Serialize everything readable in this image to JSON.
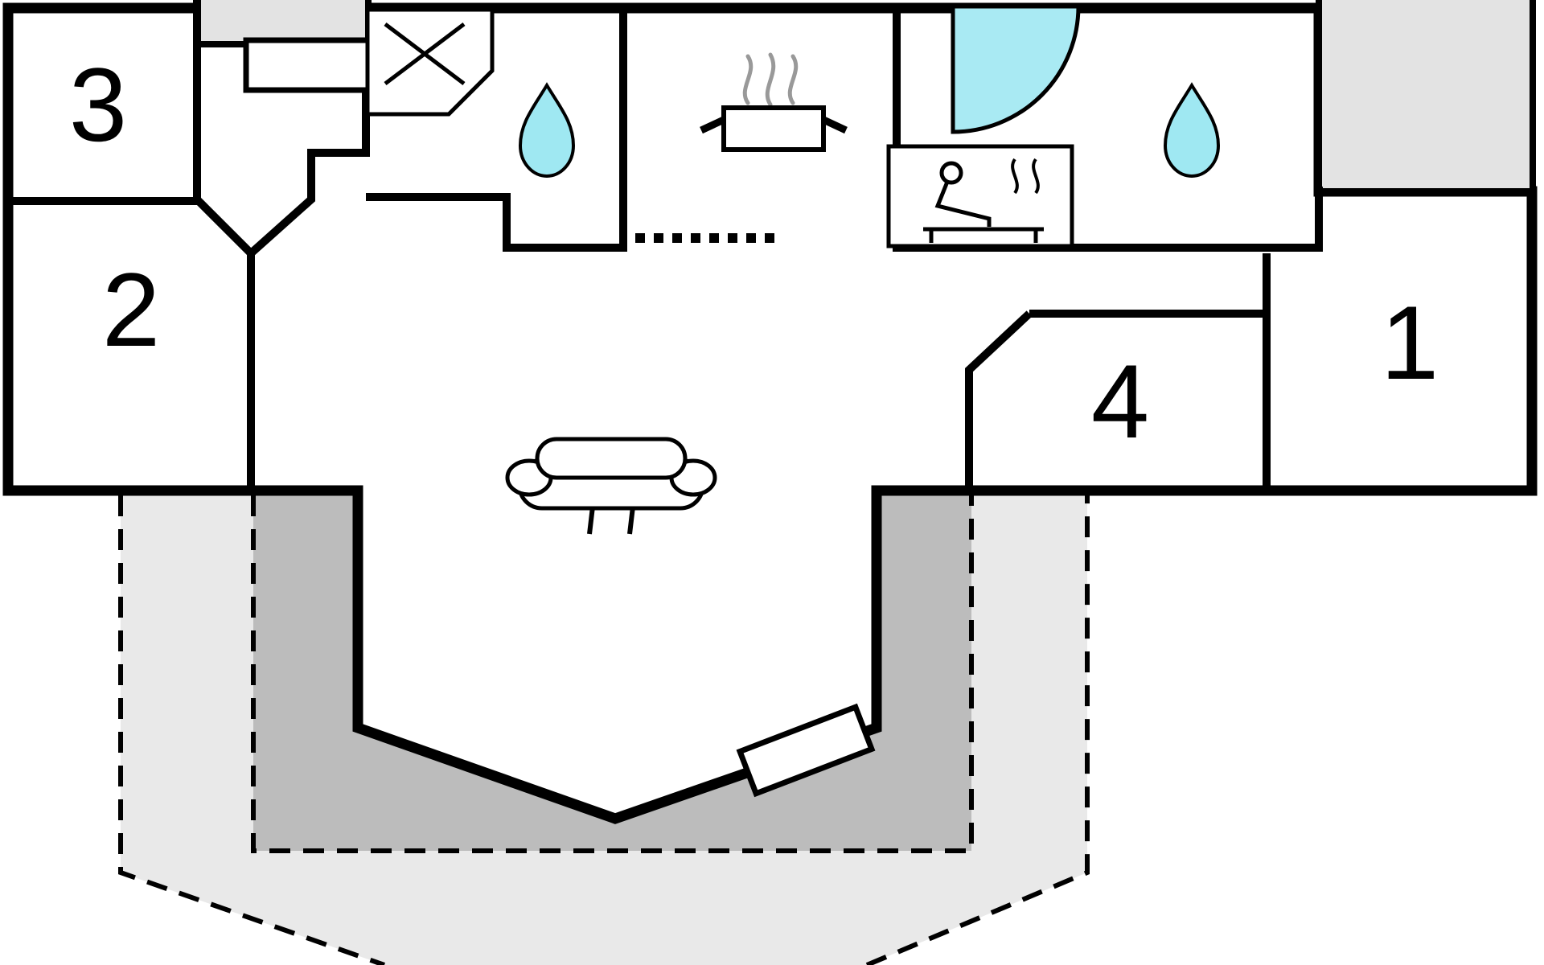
{
  "floorplan": {
    "rooms": [
      {
        "id": "room-1",
        "label": "1"
      },
      {
        "id": "room-2",
        "label": "2"
      },
      {
        "id": "room-3",
        "label": "3"
      },
      {
        "id": "room-4",
        "label": "4"
      }
    ],
    "colors": {
      "wall": "#000000",
      "floor": "#ffffff",
      "water": "#9fe8f2",
      "door_swing": "#a9eaf3",
      "terrace_light": "#e9e9e9",
      "terrace_dark": "#bcbcbc",
      "exterior_block": "#e3e3e3",
      "steam": "#999999"
    },
    "icons": [
      "entrance-door-icon",
      "shower-cabin-icon",
      "water-drop-icon",
      "stove-pot-icon",
      "door-swing-icon",
      "sauna-icon",
      "sofa-icon",
      "terrace-door-icon",
      "kitchen-divider-dotted"
    ]
  }
}
